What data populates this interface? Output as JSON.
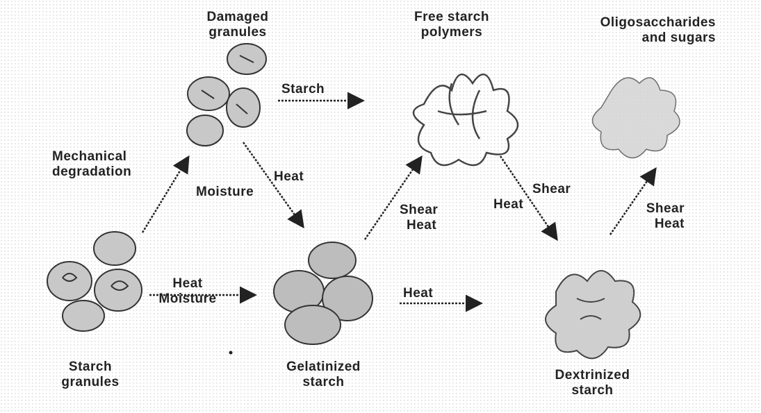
{
  "nodes": {
    "starch_granules": {
      "line1": "Starch",
      "line2": "granules"
    },
    "damaged_granules": {
      "line1": "Damaged",
      "line2": "granules"
    },
    "gelatinized_starch": {
      "line1": "Gelatinized",
      "line2": "starch"
    },
    "free_polymers": {
      "line1": "Free starch",
      "line2": "polymers"
    },
    "oligosaccharides": {
      "line1": "Oligosaccharides",
      "line2": "and sugars"
    },
    "dextrinized_starch": {
      "line1": "Dextrinized",
      "line2": "starch"
    }
  },
  "edges": {
    "granules_to_damaged": {
      "line1": "Mechanical",
      "line2": "degradation"
    },
    "granules_to_gelatinized": {
      "line1": "Heat",
      "line2": "Moisture"
    },
    "damaged_to_free": {
      "line1": "Starch"
    },
    "damaged_to_gelatinized": {
      "line1": "Heat",
      "line2": "Moisture"
    },
    "gelatinized_to_free": {
      "line1": "Shear",
      "line2": "Heat"
    },
    "gelatinized_to_dextrinized": {
      "line1": "Heat"
    },
    "free_to_dextrinized": {
      "line1": "Heat",
      "line2": "Shear"
    },
    "dextrinized_to_oligo": {
      "line1": "Shear",
      "line2": "Heat"
    }
  },
  "colors": {
    "ink": "#222222",
    "fill": "#bbbbbb",
    "stipple": "#d0d0d0"
  }
}
